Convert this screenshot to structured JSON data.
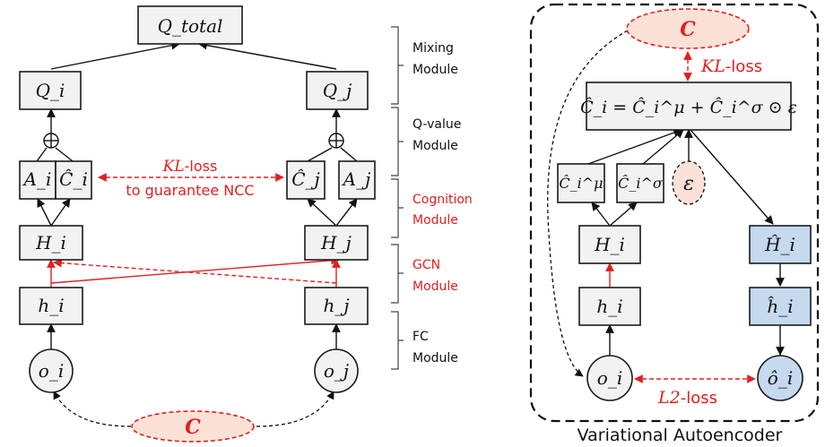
{
  "left": {
    "q_total": "Q_total",
    "q_i": "Q_i",
    "q_j": "Q_j",
    "a_i": "A_i",
    "c_hat_i": "Ĉ_i",
    "c_hat_j": "Ĉ_j",
    "a_j": "A_j",
    "h_big_i": "H_i",
    "h_big_j": "H_j",
    "h_small_i": "h_i",
    "h_small_j": "h_j",
    "o_i": "o_i",
    "o_j": "o_j",
    "c": "C",
    "kl_loss": "-loss",
    "kl_prefix": "KL",
    "ncc_text": "to guarantee NCC"
  },
  "modules": [
    {
      "line1": "Mixing",
      "line2": "Module",
      "color": "#111111"
    },
    {
      "line1": "Q-value",
      "line2": "Module",
      "color": "#111111"
    },
    {
      "line1": "Cognition",
      "line2": "Module",
      "color": "#e02020"
    },
    {
      "line1": "GCN",
      "line2": "Module",
      "color": "#e02020"
    },
    {
      "line1": "FC",
      "line2": "Module",
      "color": "#111111"
    }
  ],
  "vae": {
    "title": "Variational Autoencoder",
    "c": "C",
    "kl_prefix": "KL",
    "kl_suffix": "-loss",
    "equation": "Ĉ_i = Ĉ_i^μ + Ĉ_i^σ ⊙ ε",
    "c_mu": "Ĉ_i^μ",
    "c_sigma": "Ĉ_i^σ",
    "epsilon": "ε",
    "h_big_i": "H_i",
    "h_small_i": "h_i",
    "o_i": "o_i",
    "h_big_hat": "Ĥ_i",
    "h_small_hat": "ĥ_i",
    "o_hat": "ô_i",
    "l2_prefix": "L2",
    "l2_suffix": "-loss"
  },
  "colors": {
    "red": "#e02020",
    "blue_fill": "#c5d9ef",
    "gray_fill": "#f2f2f2",
    "peach_fill": "#fbe1d6"
  }
}
